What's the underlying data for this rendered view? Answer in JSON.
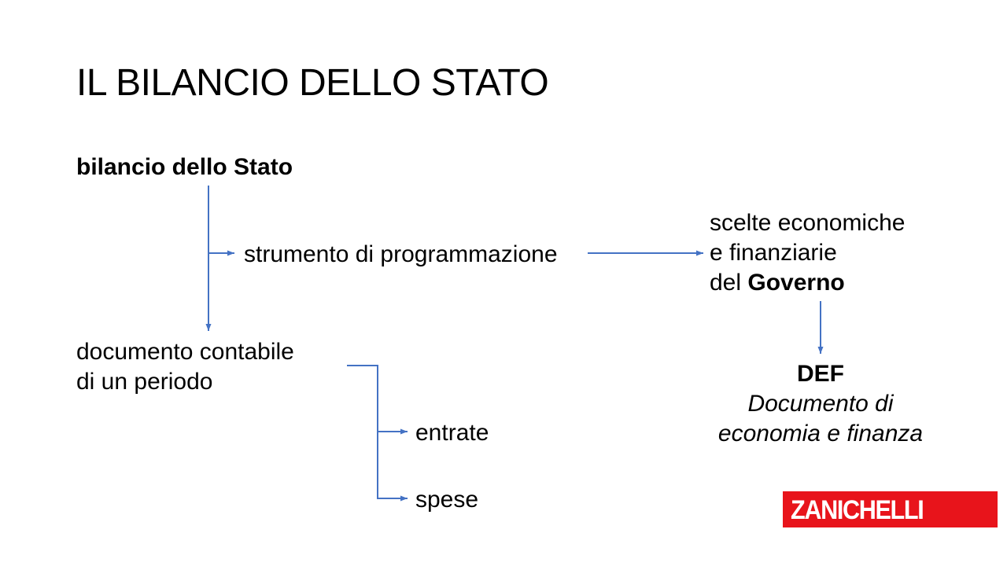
{
  "slide": {
    "title": "IL BILANCIO DELLO STATO"
  },
  "diagram": {
    "root": "bilancio dello Stato",
    "strumento": "strumento di programmazione",
    "scelte": {
      "line1": "scelte economiche",
      "line2": "e finanziarie",
      "line3_prefix": "del ",
      "line3_bold": "Governo"
    },
    "documento": {
      "line1": "documento contabile",
      "line2": "di un periodo"
    },
    "entrate": "entrate",
    "spese": "spese",
    "def": {
      "acronym": "DEF",
      "line1": "Documento di",
      "line2": "economia e finanza"
    },
    "connector_color": "#4472c4"
  },
  "logo": {
    "text": "ZANICHELLI",
    "color": "#e8141b"
  }
}
